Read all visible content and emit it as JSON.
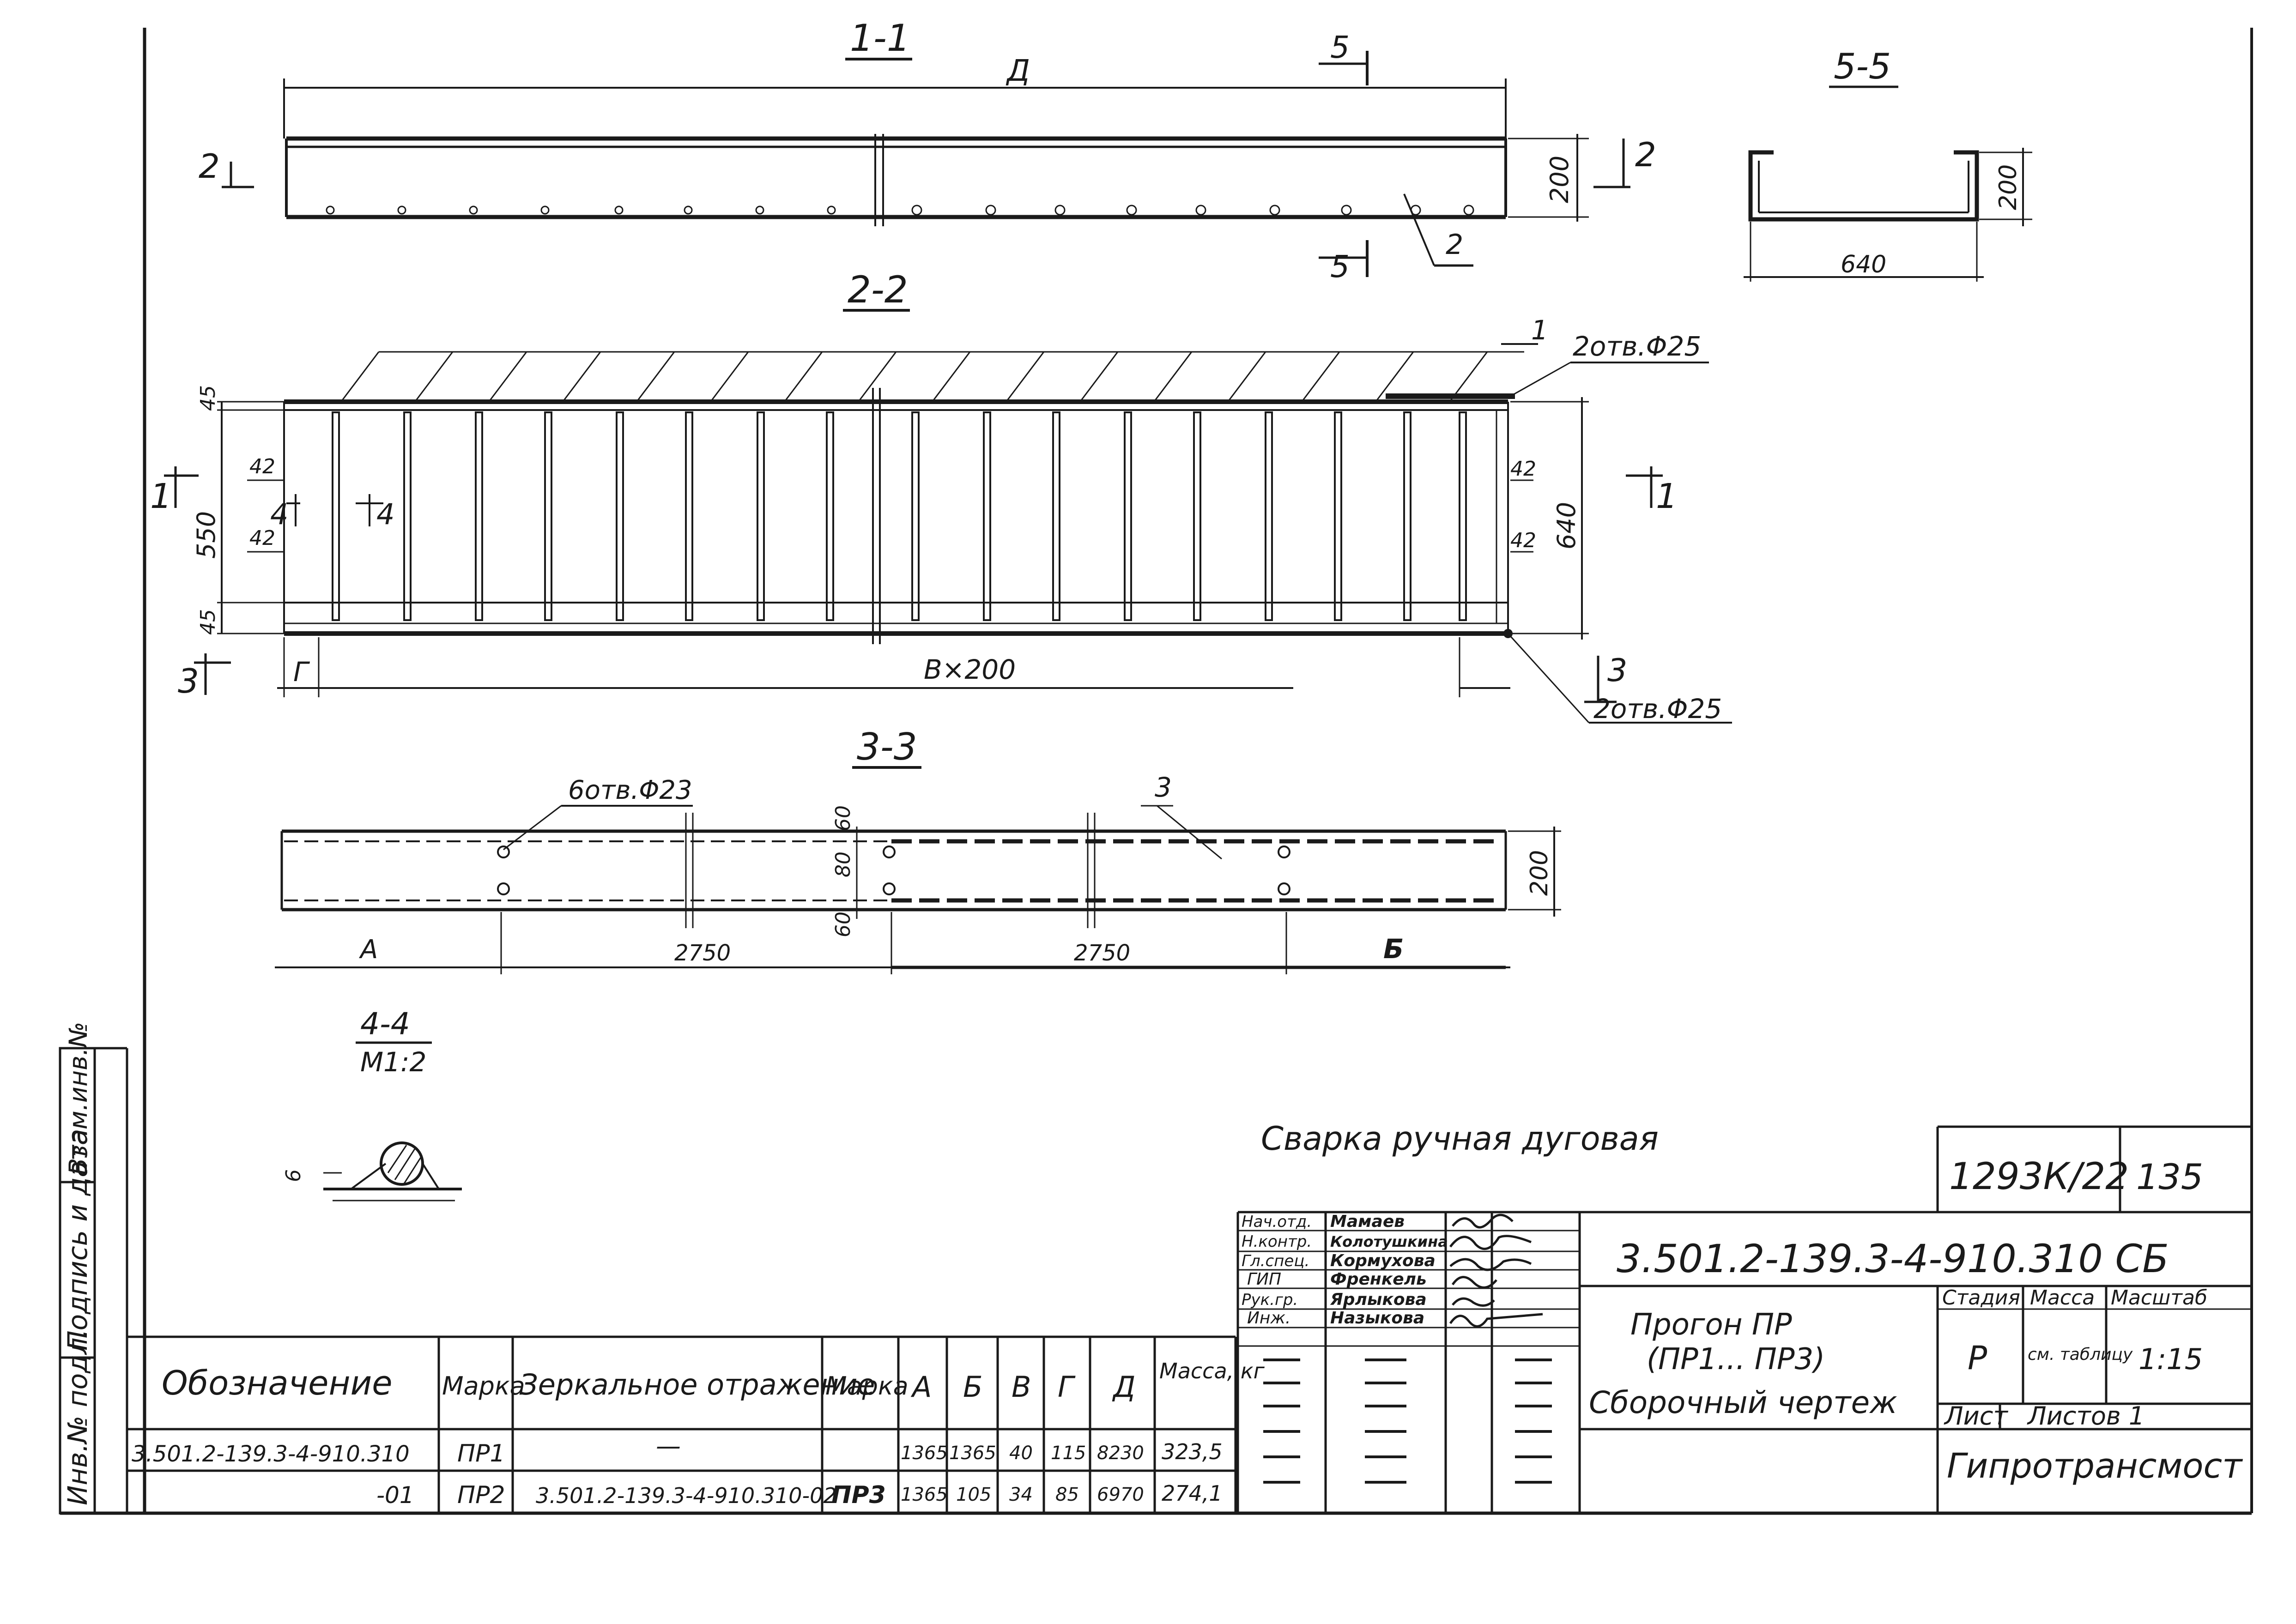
{
  "views": {
    "s11": {
      "title": "1-1",
      "dim_D": "Д",
      "dim_200": "200",
      "cut2_left": "2",
      "cut2_right": "2",
      "cut5_top": "5",
      "cut5_bottom": "5",
      "pos2": "2"
    },
    "s55": {
      "title": "5-5",
      "dim_200": "200",
      "dim_640": "640"
    },
    "s22": {
      "title": "2-2",
      "pos1": "1",
      "holes_top": "2отв.Φ25",
      "holes_bottom": "2отв.Φ25",
      "dim_45_top": "45",
      "dim_42_a": "42",
      "dim_550": "550",
      "dim_42_b": "42",
      "dim_45_bot": "45",
      "dim_42_r1": "42",
      "dim_42_r2": "42",
      "dim_640": "640",
      "cut1_left": "1",
      "cut1_right": "1",
      "cut3_left": "3",
      "cut3_right": "3",
      "cut4_a": "4",
      "cut4_b": "4",
      "dim_G": "Г",
      "dim_Bx200": "В×200"
    },
    "s33": {
      "title": "3-3",
      "holes": "6отв.Φ23",
      "pos3": "3",
      "dim_60a": "60",
      "dim_80": "80",
      "dim_60b": "60",
      "dim_200": "200",
      "dim_A": "А",
      "dim_2750a": "2750",
      "dim_2750b": "2750",
      "dim_B": "Б"
    },
    "s44": {
      "title": "4-4",
      "scale": "М1:2",
      "weld": "6"
    }
  },
  "note": "Сварка ручная дуговая",
  "sheet_code": "1293К/22",
  "sheet_no": "135",
  "margin_labels": [
    "Инв.№ подл.",
    "Подпись и дата",
    "Взам.инв.№"
  ],
  "spec_table": {
    "headers": [
      "Обозначение",
      "Марка",
      "Зеркальное отражение",
      "Марка",
      "А",
      "Б",
      "В",
      "Г",
      "Д",
      "Масса, кг"
    ],
    "rows": [
      [
        "3.501.2-139.3-4-910.310",
        "ПР1",
        "—",
        "",
        "1365",
        "1365",
        "40",
        "115",
        "8230",
        "323,5"
      ],
      [
        "-01",
        "ПР2",
        "3.501.2-139.3-4-910.310-02",
        "ПР3",
        "1365",
        "105",
        "34",
        "85",
        "6970",
        "274,1"
      ]
    ]
  },
  "title_block": {
    "document_code": "3.501.2-139.3-4-910.310 СБ",
    "title_lines": [
      "Прогон ПР",
      "(ПР1... ПР3)",
      "Сборочный чертеж"
    ],
    "stage_label": "Стадия",
    "stage_value": "Р",
    "mass_label": "Масса",
    "mass_value": "см. таблицу",
    "scale_label": "Масштаб",
    "scale_value": "1:15",
    "sheet_label": "Лист",
    "sheets_label": "Листов 1",
    "organization": "Гипротрансмост",
    "signatures": [
      {
        "role": "Нач.отд.",
        "name": "Мамаев"
      },
      {
        "role": "Н.контр.",
        "name": "Колотушкина"
      },
      {
        "role": "Гл.спец.",
        "name": "Кормухова"
      },
      {
        "role": "ГИП",
        "name": "Френкель"
      },
      {
        "role": "Рук.гр.",
        "name": "Ярлыкова"
      },
      {
        "role": "Инж.",
        "name": "Назыкова"
      }
    ]
  }
}
